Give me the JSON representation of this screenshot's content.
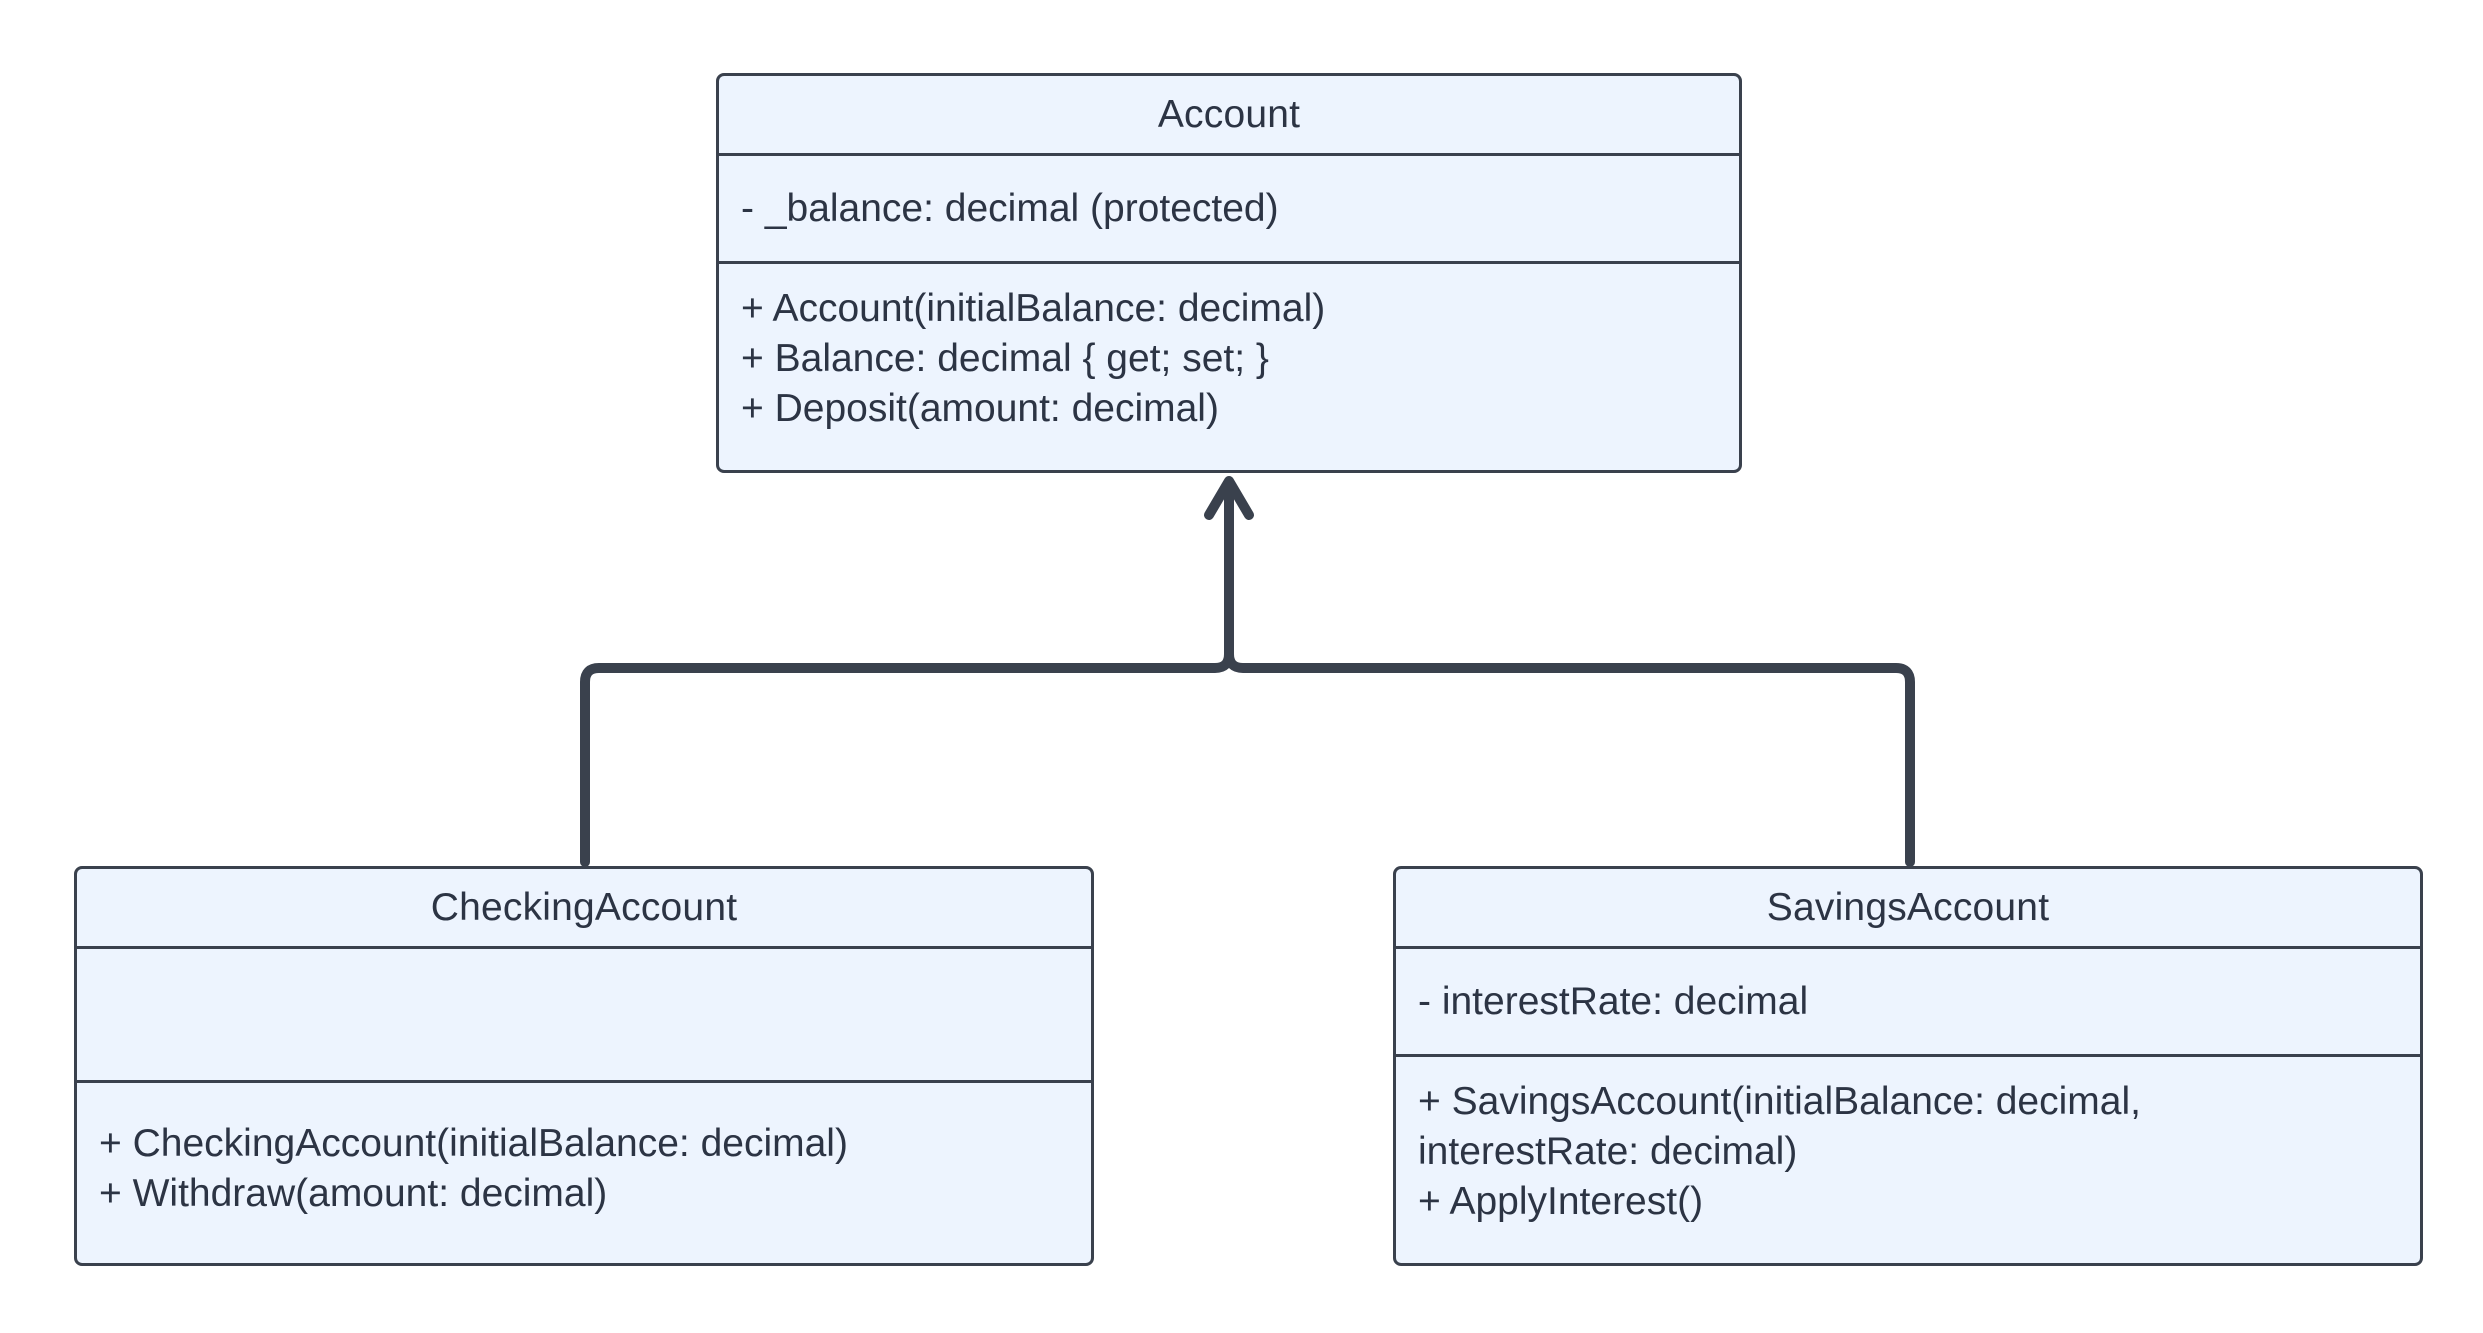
{
  "diagram": {
    "classes": {
      "account": {
        "name": "Account",
        "attributes": [
          "- _balance: decimal (protected)"
        ],
        "operations": [
          "+ Account(initialBalance: decimal)",
          "+ Balance: decimal { get; set; }",
          "+ Deposit(amount: decimal)"
        ]
      },
      "checking": {
        "name": "CheckingAccount",
        "attributes": [],
        "operations": [
          "+ CheckingAccount(initialBalance: decimal)",
          "+ Withdraw(amount: decimal)"
        ]
      },
      "savings": {
        "name": "SavingsAccount",
        "attributes": [
          "- interestRate: decimal"
        ],
        "operations": [
          "+ SavingsAccount(initialBalance: decimal,",
          "interestRate: decimal)",
          "+ ApplyInterest()"
        ]
      }
    },
    "relations": [
      {
        "type": "inheritance",
        "from": "CheckingAccount",
        "to": "Account"
      },
      {
        "type": "inheritance",
        "from": "SavingsAccount",
        "to": "Account"
      }
    ],
    "colors": {
      "class_fill": "#edf4fe",
      "stroke": "#3a414d",
      "text": "#2c3444",
      "background": "#ffffff"
    }
  }
}
